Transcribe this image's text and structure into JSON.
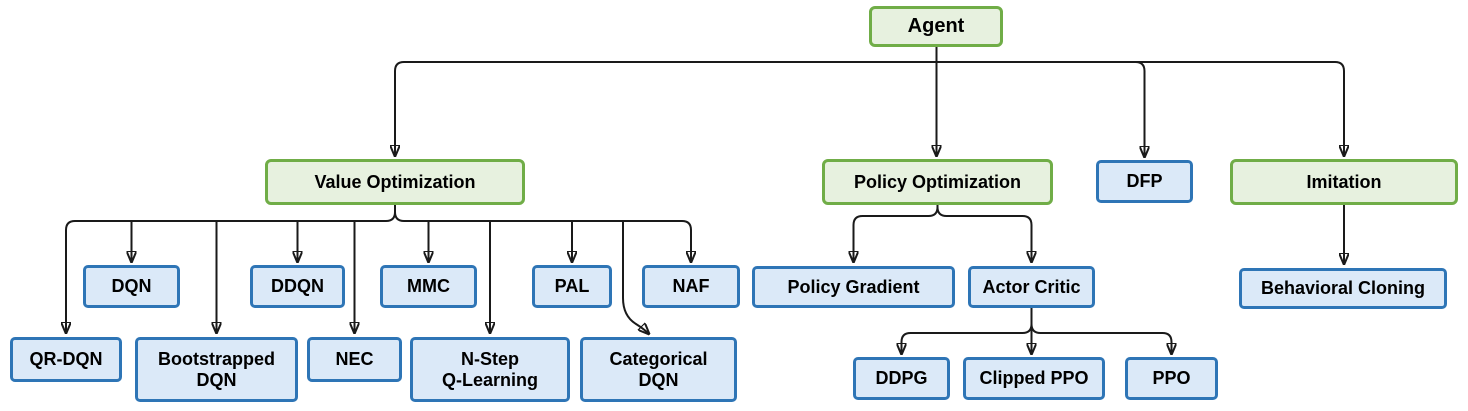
{
  "diagram": {
    "type": "hierarchy-flowchart",
    "title": "Reinforcement learning agent algorithm taxonomy",
    "colors": {
      "category_fill": "#e7f1df",
      "category_border": "#70ad47",
      "algorithm_fill": "#dbe9f8",
      "algorithm_border": "#2e75b6",
      "connector": "#1a1a1a",
      "text": "#000000",
      "background": "#ffffff"
    },
    "nodes": {
      "agent": {
        "label": "Agent",
        "kind": "category"
      },
      "value_optimization": {
        "label": "Value Optimization",
        "kind": "category"
      },
      "policy_optimization": {
        "label": "Policy Optimization",
        "kind": "category"
      },
      "dfp": {
        "label": "DFP",
        "kind": "algorithm"
      },
      "imitation": {
        "label": "Imitation",
        "kind": "category"
      },
      "dqn": {
        "label": "DQN",
        "kind": "algorithm"
      },
      "ddqn": {
        "label": "DDQN",
        "kind": "algorithm"
      },
      "mmc": {
        "label": "MMC",
        "kind": "algorithm"
      },
      "pal": {
        "label": "PAL",
        "kind": "algorithm"
      },
      "naf": {
        "label": "NAF",
        "kind": "algorithm"
      },
      "qr_dqn": {
        "label": "QR-DQN",
        "kind": "algorithm"
      },
      "bootstrapped_dqn": {
        "label": "Bootstrapped DQN",
        "line1": "Bootstrapped",
        "line2": "DQN",
        "kind": "algorithm"
      },
      "nec": {
        "label": "NEC",
        "kind": "algorithm"
      },
      "nstep_q_learning": {
        "label": "N-Step Q-Learning",
        "line1": "N-Step",
        "line2": "Q-Learning",
        "kind": "algorithm"
      },
      "categorical_dqn": {
        "label": "Categorical DQN",
        "line1": "Categorical",
        "line2": "DQN",
        "kind": "algorithm"
      },
      "policy_gradient": {
        "label": "Policy Gradient",
        "kind": "algorithm"
      },
      "actor_critic": {
        "label": "Actor Critic",
        "kind": "algorithm"
      },
      "ddpg": {
        "label": "DDPG",
        "kind": "algorithm"
      },
      "clipped_ppo": {
        "label": "Clipped PPO",
        "kind": "algorithm"
      },
      "ppo": {
        "label": "PPO",
        "kind": "algorithm"
      },
      "behavioral_cloning": {
        "label": "Behavioral Cloning",
        "kind": "algorithm"
      }
    },
    "edges": [
      [
        "Agent",
        "Value Optimization"
      ],
      [
        "Agent",
        "Policy Optimization"
      ],
      [
        "Agent",
        "DFP"
      ],
      [
        "Agent",
        "Imitation"
      ],
      [
        "Value Optimization",
        "QR-DQN"
      ],
      [
        "Value Optimization",
        "DQN"
      ],
      [
        "Value Optimization",
        "Bootstrapped DQN"
      ],
      [
        "Value Optimization",
        "DDQN"
      ],
      [
        "Value Optimization",
        "NEC"
      ],
      [
        "Value Optimization",
        "MMC"
      ],
      [
        "Value Optimization",
        "N-Step Q-Learning"
      ],
      [
        "Value Optimization",
        "PAL"
      ],
      [
        "Value Optimization",
        "Categorical DQN"
      ],
      [
        "Value Optimization",
        "NAF"
      ],
      [
        "Policy Optimization",
        "Policy Gradient"
      ],
      [
        "Policy Optimization",
        "Actor Critic"
      ],
      [
        "Actor Critic",
        "DDPG"
      ],
      [
        "Actor Critic",
        "Clipped PPO"
      ],
      [
        "Actor Critic",
        "PPO"
      ],
      [
        "Imitation",
        "Behavioral Cloning"
      ]
    ]
  }
}
